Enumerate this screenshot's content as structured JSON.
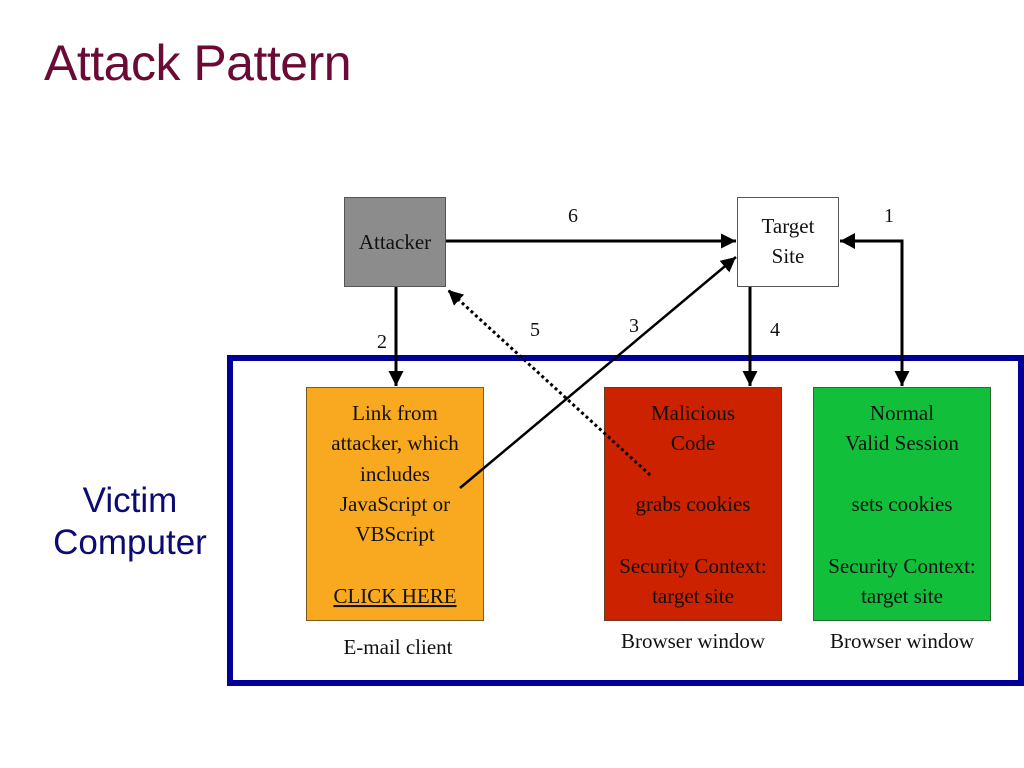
{
  "title": "Attack Pattern",
  "victim_label": [
    "Victim",
    "Computer"
  ],
  "colors": {
    "title": "#6b0a35",
    "victim_frame": "#000099",
    "attacker_box": "#8c8c8c",
    "email_box": "#f8a91f",
    "malicious_box": "#cc2200",
    "normal_box": "#11bf3a"
  },
  "nodes": {
    "attacker": {
      "label": "Attacker"
    },
    "target": {
      "lines": [
        "Target",
        "Site"
      ]
    },
    "email": {
      "lines": [
        "Link from",
        "attacker, which",
        "includes",
        "JavaScript or",
        "VBScript"
      ],
      "link": "CLICK HERE",
      "caption": "E-mail client"
    },
    "malicious": {
      "lines": [
        "Malicious",
        "Code"
      ],
      "action": "grabs cookies",
      "context": [
        "Security Context:",
        "target site"
      ],
      "caption": "Browser window"
    },
    "normal": {
      "lines": [
        "Normal",
        "Valid Session"
      ],
      "action": "sets cookies",
      "context": [
        "Security Context:",
        "target site"
      ],
      "caption": "Browser window"
    }
  },
  "steps": [
    {
      "id": "1",
      "from": "normal",
      "to": "target",
      "style": "solid",
      "bidirectional": true
    },
    {
      "id": "2",
      "from": "attacker",
      "to": "email",
      "style": "solid"
    },
    {
      "id": "3",
      "from": "email",
      "to": "target",
      "style": "solid"
    },
    {
      "id": "4",
      "from": "target",
      "to": "malicious",
      "style": "solid"
    },
    {
      "id": "5",
      "from": "malicious",
      "to": "attacker",
      "style": "dotted"
    },
    {
      "id": "6",
      "from": "attacker",
      "to": "target",
      "style": "solid"
    }
  ]
}
